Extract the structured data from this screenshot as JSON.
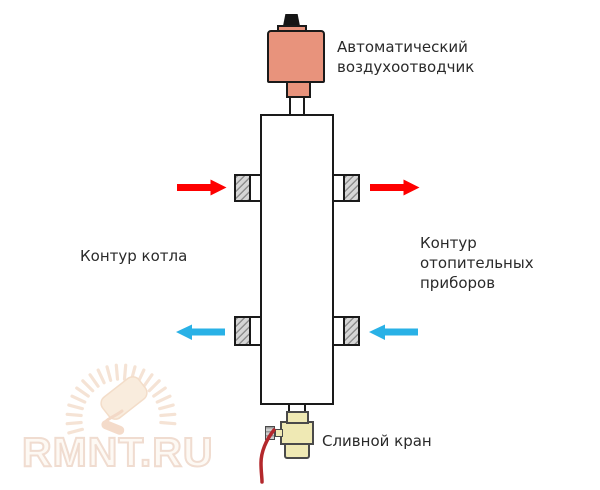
{
  "labels": {
    "air_vent": "Автоматический воздухоотводчик",
    "left_circuit": "Контур котла",
    "right_circuit": "Контур отопительных приборов",
    "drain_valve": "Сливной кран"
  },
  "watermark": {
    "text": "RMNT.RU"
  },
  "colors": {
    "arrow_supply": "#fe0000",
    "arrow_return": "#29b1e6",
    "air_vent_body": "#e8937c",
    "air_vent_cap": "#151515",
    "valve_body": "#efe9b4",
    "valve_handle": "#b3282c",
    "valve_outline": "#4a4a4a",
    "outline": "#1a1a1a",
    "watermark_tint": "#f5e3d5"
  },
  "diagram": {
    "type": "schematic",
    "flows": [
      {
        "side": "top-left",
        "direction": "right",
        "color": "#fe0000"
      },
      {
        "side": "top-right",
        "direction": "right",
        "color": "#fe0000"
      },
      {
        "side": "bottom-left",
        "direction": "left",
        "color": "#29b1e6"
      },
      {
        "side": "bottom-right",
        "direction": "left",
        "color": "#29b1e6"
      }
    ]
  }
}
